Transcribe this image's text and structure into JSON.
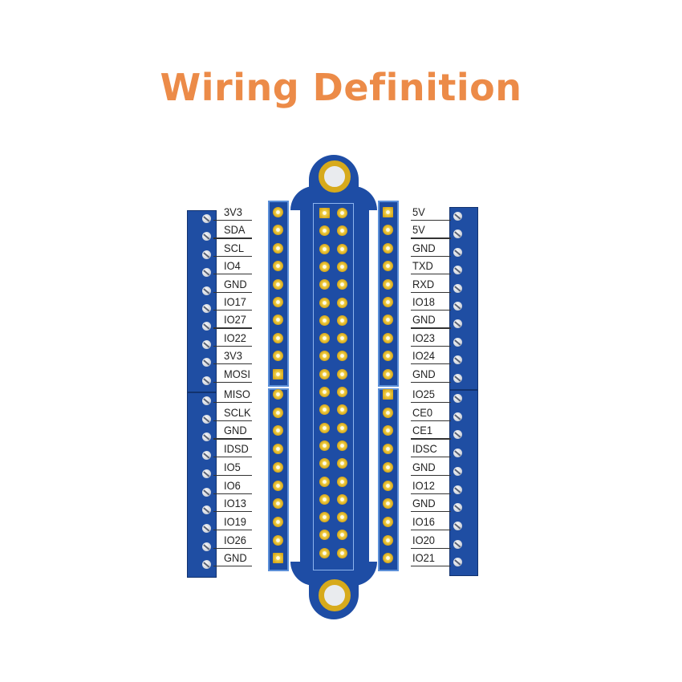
{
  "title": "Wiring Definition",
  "colors": {
    "title": "#EC8B48",
    "pcb_blue": "#1E4DA5",
    "gold": "#D7AA1C",
    "terminal_blue": "#1F4EA3"
  },
  "left_labels": [
    "3V3",
    "SDA",
    "SCL",
    "IO4",
    "GND",
    "IO17",
    "IO27",
    "IO22",
    "3V3",
    "MOSI",
    "MISO",
    "SCLK",
    "GND",
    "IDSD",
    "IO5",
    "IO6",
    "IO13",
    "IO19",
    "IO26",
    "GND"
  ],
  "right_labels": [
    "5V",
    "5V",
    "GND",
    "TXD",
    "RXD",
    "IO18",
    "GND",
    "IO23",
    "IO24",
    "GND",
    "IO25",
    "CE0",
    "CE1",
    "IDSC",
    "GND",
    "IO12",
    "GND",
    "IO16",
    "IO20",
    "IO21"
  ]
}
